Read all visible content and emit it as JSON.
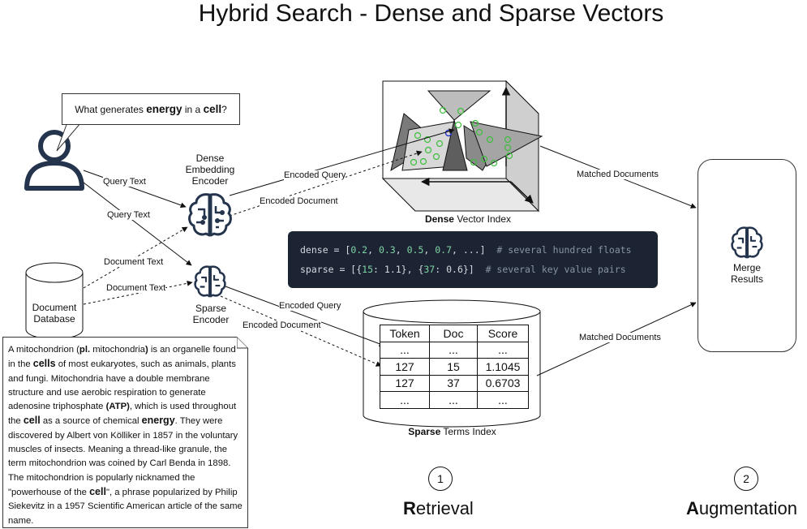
{
  "title": "Hybrid Search - Dense and Sparse Vectors",
  "query_bubble": {
    "pre": "What generates ",
    "b1": "energy",
    "mid": " in a ",
    "b2": "cell",
    "post": "?"
  },
  "dense_encoder": {
    "lines": [
      "Dense",
      "Embedding",
      "Encoder"
    ]
  },
  "sparse_encoder": {
    "lines": [
      "Sparse",
      "Encoder"
    ]
  },
  "database": {
    "lines": [
      "Document",
      "Database"
    ]
  },
  "edge_labels": {
    "query_text_1": "Query Text",
    "query_text_2": "Query Text",
    "document_text_1": "Document Text",
    "document_text_2": "Document Text",
    "encoded_query_dense": "Encoded Query",
    "encoded_document_dense": "Encoded Document",
    "encoded_query_sparse": "Encoded Query",
    "encoded_document_sparse": "Encoded Document",
    "matched_dense": "Matched Documents",
    "matched_sparse": "Matched Documents"
  },
  "dense_index": {
    "bold": "Dense",
    "rest": " Vector Index"
  },
  "sparse_index": {
    "bold": "Sparse",
    "rest": " Terms Index",
    "headers": [
      "Token",
      "Doc",
      "Score"
    ],
    "rows": [
      [
        "...",
        "...",
        "..."
      ],
      [
        "127",
        "15",
        "1.1045"
      ],
      [
        "127",
        "37",
        "0.6703"
      ],
      [
        "...",
        "...",
        "..."
      ]
    ]
  },
  "code": {
    "line1": {
      "prefix": "dense = [",
      "values": [
        "0.2",
        "0.3",
        "0.5",
        "0.7"
      ],
      "suffix": ", ...]",
      "comment": "# several hundred floats"
    },
    "line2": {
      "prefix": "sparse = [{",
      "k1": "15",
      "v1": "1.1",
      "k2": "37",
      "v2": "0.6",
      "comment": "# several key value pairs"
    }
  },
  "document": [
    {
      "t": "A mitochondrion ("
    },
    {
      "t": "pl.",
      "b": true
    },
    {
      "t": " mitochondria"
    },
    {
      "t": ")",
      "b": true
    },
    {
      "t": " is an organelle found in the "
    },
    {
      "t": "cells",
      "b": true,
      "big": true
    },
    {
      "t": " of most eukaryotes, such as animals, plants and fungi. Mitochondria have a double membrane structure and use aerobic respiration to generate adenosine triphosphate "
    },
    {
      "t": "(ATP)",
      "b": true
    },
    {
      "t": ", which is used throughout the "
    },
    {
      "t": "cell",
      "b": true,
      "big": true
    },
    {
      "t": " as a source of chemical "
    },
    {
      "t": "energy",
      "b": true,
      "big": true
    },
    {
      "t": ". They were discovered by Albert von Kölliker in 1857 in the voluntary muscles of insects. Meaning a thread-like granule, the term mitochondrion was coined by Carl Benda in 1898. The mitochondrion is popularly nicknamed the \"powerhouse of the "
    },
    {
      "t": "cell",
      "b": true,
      "big": true
    },
    {
      "t": "\", a phrase popularized by Philip Siekevitz in a 1957 Scientific American article of the same name."
    }
  ],
  "merge": {
    "lines": [
      "Merge",
      "Results"
    ]
  },
  "steps": [
    {
      "num": "1",
      "first": "R",
      "rest": "etrieval"
    },
    {
      "num": "2",
      "first": "A",
      "rest": "ugmentation"
    }
  ],
  "colors": {
    "code_bg": "#1c2433",
    "code_num": "#7fd3a5",
    "point_green": "#3cbf3c",
    "point_blue": "#2233cc"
  }
}
